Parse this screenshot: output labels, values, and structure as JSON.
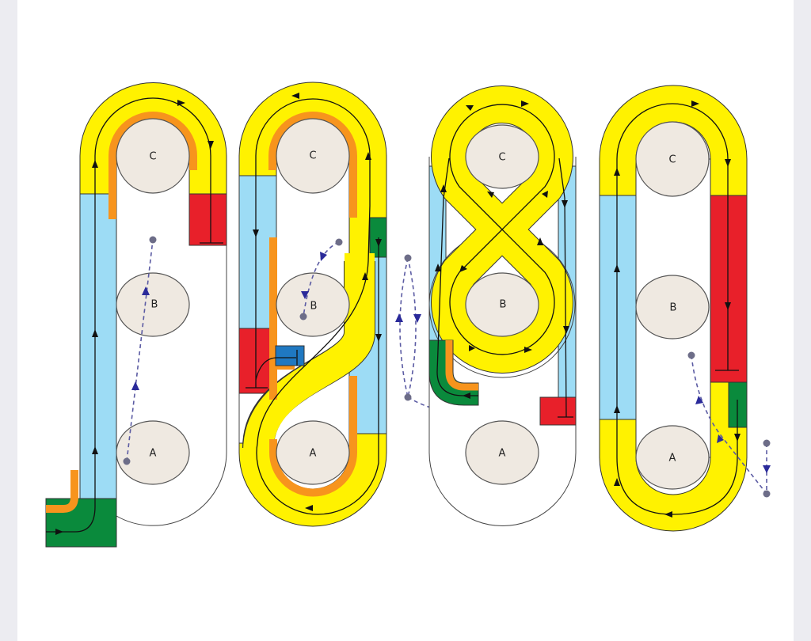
{
  "colors": {
    "yellow": "#fff200",
    "blue": "#9ddcf5",
    "red": "#e8202a",
    "green": "#0a8a3c",
    "orange": "#f7941d",
    "dark_blue": "#1f78c1",
    "circle_fill": "#efe9e1",
    "dashed_path": "#5b5ba3"
  },
  "diagrams": [
    {
      "circles": [
        "C",
        "B",
        "A"
      ]
    },
    {
      "circles": [
        "C",
        "B",
        "A"
      ]
    },
    {
      "circles": [
        "C",
        "B",
        "A"
      ]
    },
    {
      "circles": [
        "C",
        "B",
        "A"
      ]
    }
  ]
}
